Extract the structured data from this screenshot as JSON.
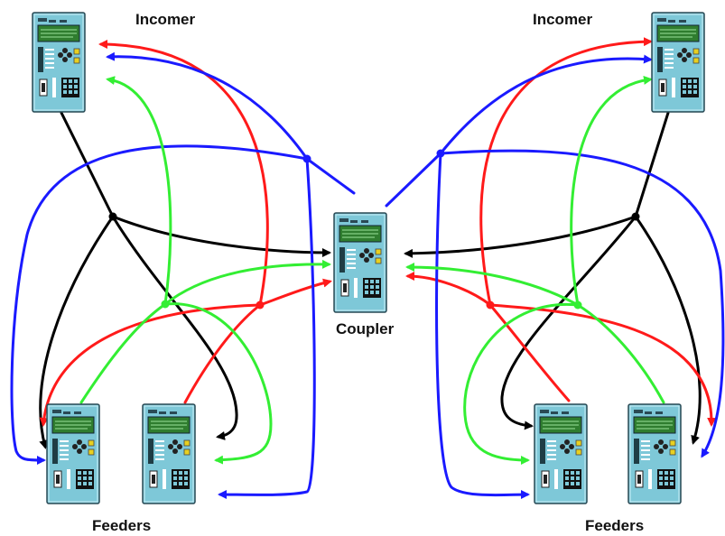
{
  "labels": {
    "incomer_left": "Incomer",
    "incomer_right": "Incomer",
    "coupler": "Coupler",
    "feeders_left": "Feeders",
    "feeders_right": "Feeders"
  },
  "colors": {
    "black": "#000000",
    "red": "#ff1a1a",
    "blue": "#1a1aff",
    "green": "#33ee33",
    "relay_body": "#7ec8d8",
    "relay_screen": "#2f7d2f",
    "relay_keypad": "#111111"
  },
  "icons": {
    "device": "protection-relay-icon",
    "junction": "junction-dot-icon",
    "arrowhead": "arrow-head-icon"
  }
}
